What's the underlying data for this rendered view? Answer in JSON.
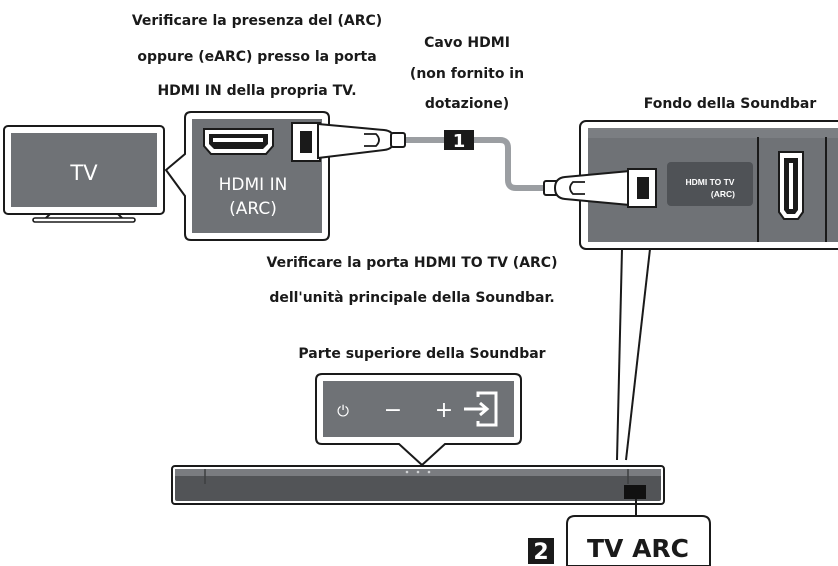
{
  "labels": {
    "tv_note_line1": "Verificare la presenza del (ARC)",
    "tv_note_line2": "oppure (eARC) presso la porta",
    "tv_note_line3": "HDMI IN della propria TV.",
    "cable_line1": "Cavo HDMI",
    "cable_line2": "(non fornito in",
    "cable_line3": "dotazione)",
    "soundbar_bottom": "Fondo della Soundbar",
    "soundbar_port_line1": "Verificare la porta HDMI TO TV (ARC)",
    "soundbar_port_line2": "dell'unità principale della Soundbar.",
    "soundbar_top": "Parte superiore della Soundbar"
  },
  "tv": {
    "label": "TV"
  },
  "tv_port": {
    "line1": "HDMI IN",
    "line2": "(ARC)"
  },
  "soundbar_port": {
    "line1": "HDMI TO TV",
    "line2": "(ARC)"
  },
  "steps": {
    "step1": "1",
    "step2": "2"
  },
  "display": {
    "text": "TV ARC"
  },
  "top_buttons": {
    "power": "⏻",
    "minus": "−",
    "plus": "+"
  },
  "colors": {
    "panel_gray": "#6f7276",
    "cable_gray": "#9b9ea2",
    "outline": "#1a1a1a",
    "soundbar": "#525457"
  }
}
